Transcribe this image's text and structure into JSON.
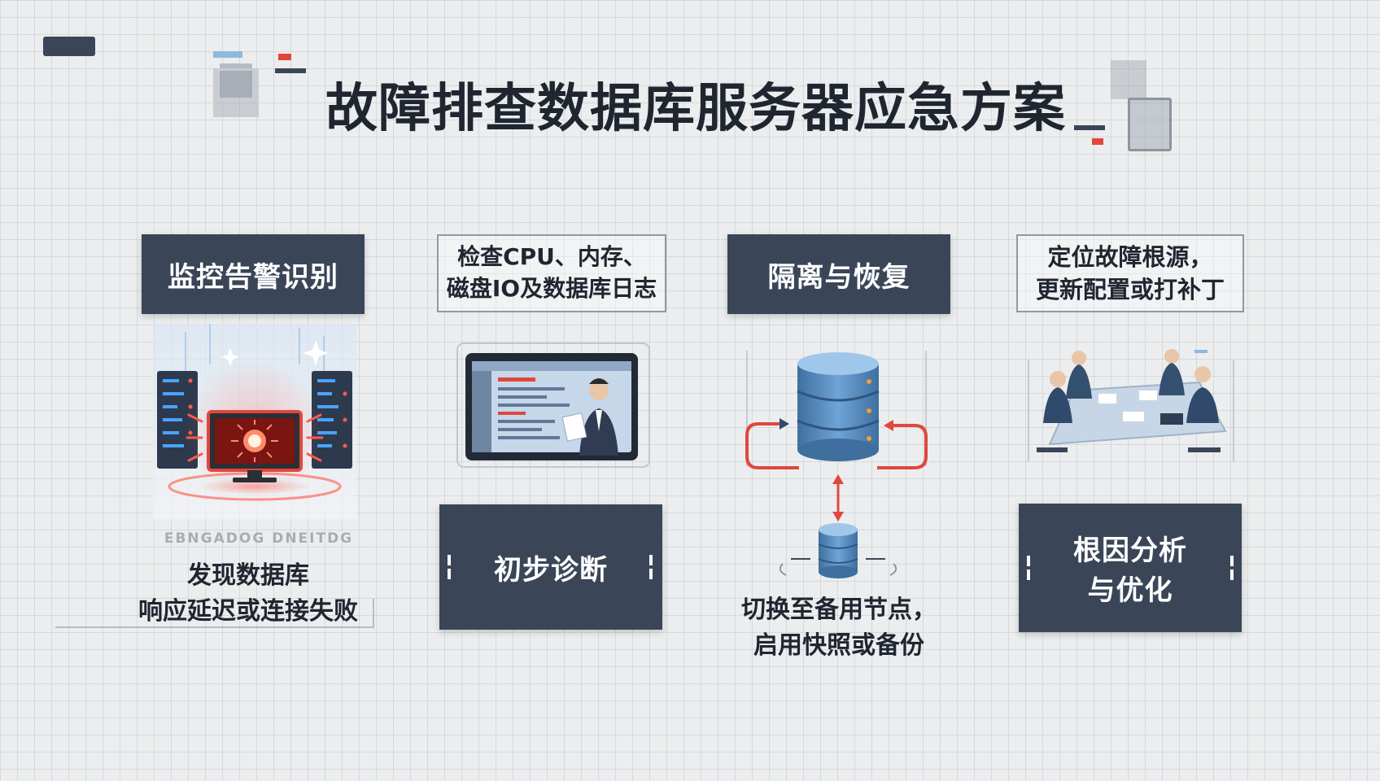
{
  "title": "故障排查数据库服务器应急方案",
  "steps": [
    {
      "label": "监控告警识别",
      "caption": "发现数据库\n响应延迟或连接失败",
      "watermark": "EBNGADOG DNEITDG"
    },
    {
      "label": "检查CPU、内存、\n磁盘IO及数据库日志",
      "box": "初步诊断"
    },
    {
      "label": "隔离与恢复",
      "caption": "切换至备用节点，\n启用快照或备份"
    },
    {
      "label": "定位故障根源，\n更新配置或打补丁",
      "box": "根因分析\n与优化"
    }
  ],
  "colors": {
    "panel": "#3a4658",
    "alert": "#e0473d",
    "accent": "#4a7fb5"
  },
  "icons": [
    "server-alert-icon",
    "monitor-diagnosis-icon",
    "database-failover-icon",
    "team-meeting-icon"
  ]
}
